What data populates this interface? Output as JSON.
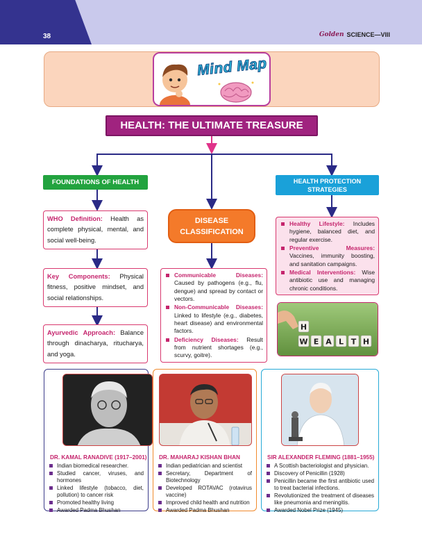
{
  "header": {
    "page_number": "38",
    "brand": "Golden",
    "subject": "SCIENCE—VIII"
  },
  "banner": {
    "label": "Mind Map"
  },
  "title": "HEALTH: THE ULTIMATE TREASURE",
  "foundations": {
    "heading": "FOUNDATIONS OF HEALTH",
    "boxes": [
      {
        "label": "WHO Definition:",
        "text": " Health as complete physical, mental, and social well-being."
      },
      {
        "label": "Key Components:",
        "text": " Physical fitness, positive mindset, and social relationships."
      },
      {
        "label": "Ayurvedic Approach:",
        "text": " Balance through dinacharya, ritucharya, and yoga."
      }
    ]
  },
  "disease": {
    "heading_line1": "DISEASE",
    "heading_line2": "CLASSIFICATION",
    "items": [
      {
        "label": "Communicable Diseases:",
        "text": " Caused by pathogens (e.g., flu, dengue) and spread by contact or vectors."
      },
      {
        "label": "Non-Communicable Diseases:",
        "text": " Linked to lifestyle (e.g., diabetes, heart disease) and environmental factors."
      },
      {
        "label": "Deficiency Diseases:",
        "text": " Result from nutrient shortages (e.g., scurvy, goitre)."
      }
    ]
  },
  "protection": {
    "heading_line1": "HEALTH PROTECTION",
    "heading_line2": "STRATEGIES",
    "items": [
      {
        "label": "Healthy Lifestyle:",
        "text": " Includes hygiene, balanced diet, and regular exercise."
      },
      {
        "label": "Preventive Measures:",
        "text": " Vaccines, immunity boosting, and sanitation campaigns."
      },
      {
        "label": "Medical Interventions:",
        "text": " Wise antibiotic use and managing chronic conditions."
      }
    ]
  },
  "wealth_image": {
    "tiles": [
      "H",
      "W",
      "E",
      "A",
      "L",
      "T",
      "H"
    ]
  },
  "people": [
    {
      "name": "DR. KAMAL RANADIVE (1917–2001)",
      "facts": [
        "Indian biomedical researcher.",
        "Studied cancer, viruses, and hormones",
        "Linked lifestyle (tobacco, diet, pollution) to cancer risk",
        "Promoted healthy living",
        "Awarded Padma Bhushan"
      ]
    },
    {
      "name": "DR. MAHARAJ KISHAN BHAN",
      "facts": [
        "Indian pediatrician and scientist",
        "Secretary, Department of Biotechnology",
        "Developed ROTAVAC (rotavirus vaccine)",
        "Improved child health and nutrition",
        "Awarded Padma Bhushan"
      ]
    },
    {
      "name": "SIR ALEXANDER FLEMING (1881–1955)",
      "facts": [
        "A Scottish bacteriologist and physician.",
        "Discovery of Penicillin (1928)",
        "Penicillin became the first antibiotic used to treat bacterial infections.",
        "Revolutionized the treatment of diseases like pneumonia and meningitis.",
        "Awarded Nobel Prize (1945)"
      ]
    }
  ],
  "colors": {
    "title": "#a0237f",
    "green": "#22a33f",
    "blue": "#1aa1d9",
    "orange": "#f47a2a",
    "accent": "#c5256d",
    "navy": "#34338f"
  }
}
